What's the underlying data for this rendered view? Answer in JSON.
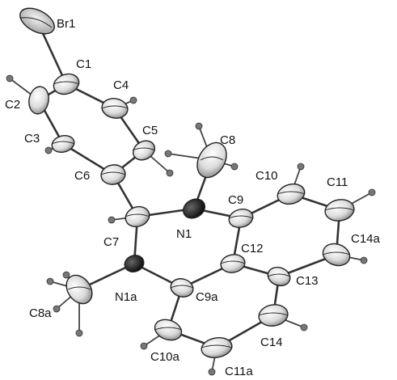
{
  "diagram": {
    "type": "molecular structure (thermal ellipsoid plot)",
    "colors": {
      "background": "#ffffff",
      "bond": "#333333",
      "carbon_fill": "#e6e6e6",
      "carbon_shade": "#8a8a8a",
      "nitrogen_fill": "#111111",
      "bromine_fill": "#cfcfcf",
      "hydrogen_fill": "#777777",
      "label": "#111111"
    },
    "labels": {
      "Br1": "Br1",
      "C1": "C1",
      "C2": "C2",
      "C3": "C3",
      "C4": "C4",
      "C5": "C5",
      "C6": "C6",
      "C7": "C7",
      "C8": "C8",
      "C8a": "C8a",
      "N1": "N1",
      "N1a": "N1a",
      "C9": "C9",
      "C9a": "C9a",
      "C10": "C10",
      "C10a": "C10a",
      "C11": "C11",
      "C11a": "C11a",
      "C12": "C12",
      "C13": "C13",
      "C14": "C14",
      "C14a": "C14a"
    }
  }
}
